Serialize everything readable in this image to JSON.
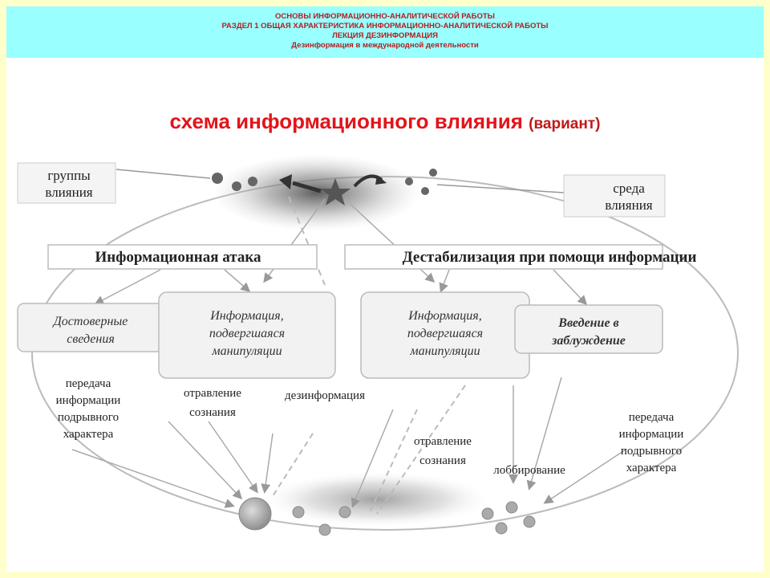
{
  "header": {
    "line1": "ОСНОВЫ ИНФОРМАЦИОННО-АНАЛИТИЧЕСКОЙ  РАБОТЫ",
    "line2": "РАЗДЕЛ 1 ОБЩАЯ ХАРАКТЕРИСТИКА ИНФОРМАЦИОННО-АНАЛИТИЧЕСКОЙ РАБОТЫ",
    "line3": "ЛЕКЦИЯ ДЕЗИНФОРМАЦИЯ",
    "line4": "Дезинформация в международной деятельности"
  },
  "title": {
    "main": "схема информационного влияния",
    "sub": "(вариант)"
  },
  "diagram": {
    "groups_line1": "группы",
    "groups_line2": "влияния",
    "env_line1": "среда",
    "env_line2": "влияния",
    "attack": "Информационная атака",
    "destab": "Дестабилизация при помощи информации",
    "box1_l1": "Достоверные",
    "box1_l2": "сведения",
    "box2_l1": "Информация,",
    "box2_l2": "подвергшаяся",
    "box2_l3": "манипуляции",
    "box3_l1": "Информация,",
    "box3_l2": "подвергшаяся",
    "box3_l3": "манипуляции",
    "box4_l1": "Введение в",
    "box4_l2": "заблуждение",
    "left_l1": "передача",
    "left_l2": "информации",
    "left_l3": "подрывного",
    "left_l4": "характера",
    "poison1_l1": "отравление",
    "poison1_l2": "сознания",
    "disinfo": "дезинформация",
    "poison2_l1": "отравление",
    "poison2_l2": "сознания",
    "lobby": "лоббирование",
    "right_l1": "передача",
    "right_l2": "информации",
    "right_l3": "подрывного",
    "right_l4": "характера"
  }
}
